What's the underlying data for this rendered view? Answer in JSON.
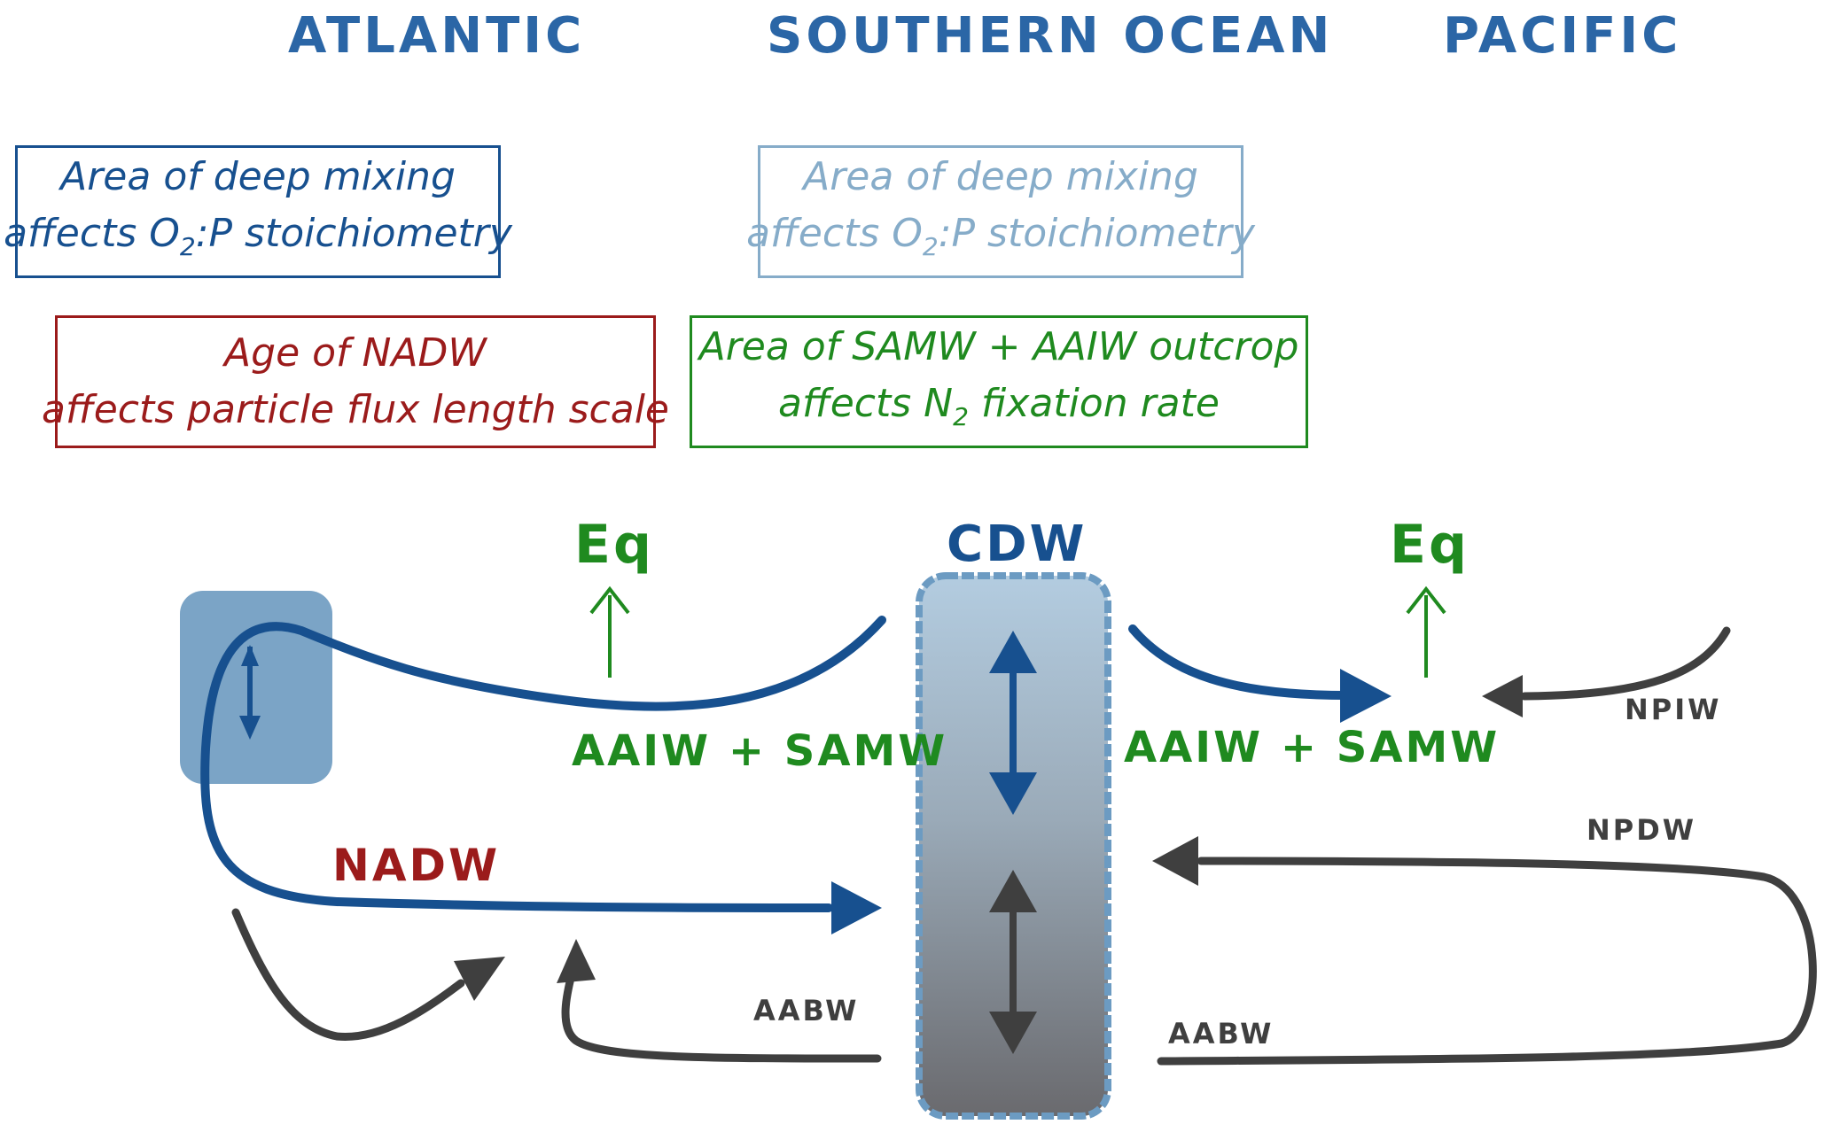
{
  "regions": {
    "atlantic": "ATLANTIC",
    "southern_ocean": "SOUTHERN OCEAN",
    "pacific": "PACIFIC"
  },
  "boxes": {
    "atlantic_mixing": {
      "line1": "Area of deep mixing",
      "line2_pre": "affects O",
      "line2_sub": "2",
      "line2_post": ":P stoichiometry",
      "color": "#17508f"
    },
    "southern_mixing": {
      "line1": "Area of deep mixing",
      "line2_pre": "affects O",
      "line2_sub": "2",
      "line2_post": ":P stoichiometry",
      "color": "#86acc9"
    },
    "nadw_age": {
      "line1": "Age of NADW",
      "line2": "affects particle flux length scale",
      "color": "#9b1b1b"
    },
    "samw_outcrop": {
      "line1": "Area of SAMW + AAIW outcrop",
      "line2_pre": "affects N",
      "line2_sub": "2",
      "line2_post": " fixation rate",
      "color": "#1f8a1f"
    }
  },
  "labels": {
    "eq_left": "Eq",
    "eq_right": "Eq",
    "cdw": "CDW",
    "aaiw_samw_left": "AAIW + SAMW",
    "aaiw_samw_right": "AAIW + SAMW",
    "nadw": "NADW",
    "npiw": "NPIW",
    "npdw": "NPDW",
    "aabw_left": "AABW",
    "aabw_right": "AABW"
  },
  "colors": {
    "atlantic_blue": "#17508f",
    "green": "#1f8a1f",
    "red": "#9b1b1b",
    "gray": "#3f3f3f",
    "title_blue": "#2b66a6"
  }
}
